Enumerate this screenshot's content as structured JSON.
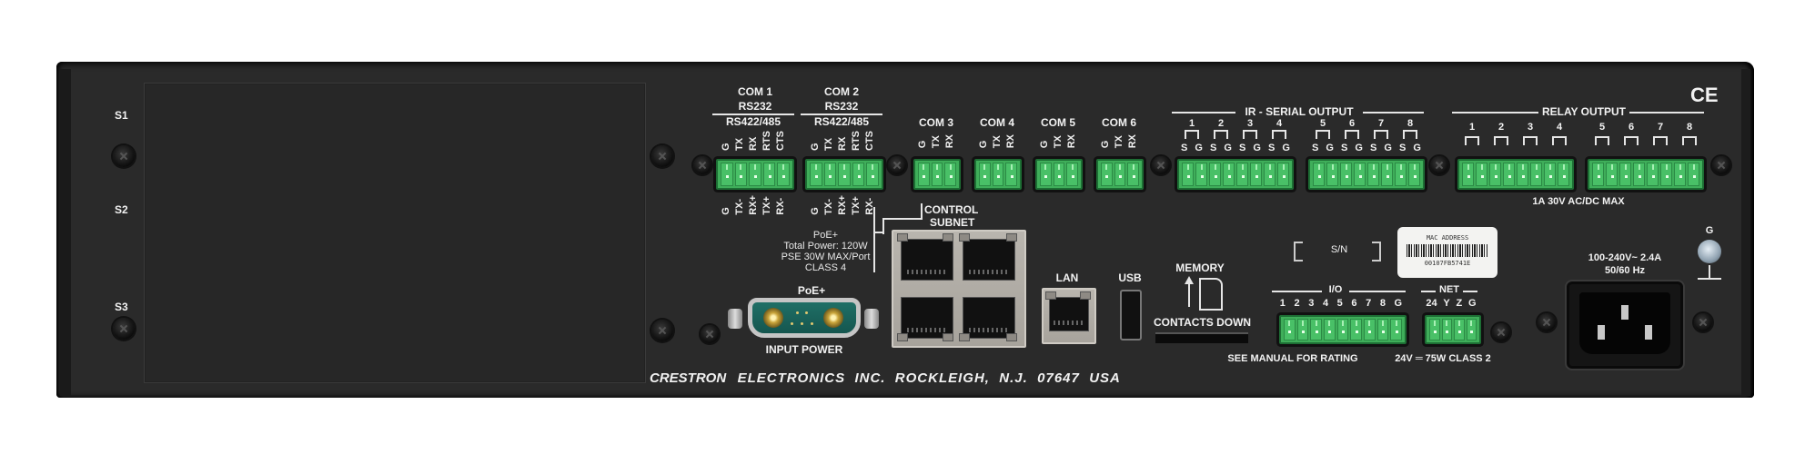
{
  "device": {
    "manufacturer_line": {
      "brand": "CRESTRON",
      "address": "ELECTRONICS  INC.  ROCKLEIGH,  N.J.  07647  USA"
    },
    "certification_mark": "CE",
    "slot_labels": [
      "S1",
      "S2",
      "S3"
    ]
  },
  "com_ports": [
    {
      "name": "COM 1",
      "standard1": "RS232",
      "standard2": "RS422/485",
      "top_pins": [
        "G",
        "TX",
        "RX",
        "RTS",
        "CTS"
      ],
      "bottom_pins": [
        "G",
        "TX-",
        "RX+",
        "TX+",
        "RX-"
      ]
    },
    {
      "name": "COM 2",
      "standard1": "RS232",
      "standard2": "RS422/485",
      "top_pins": [
        "G",
        "TX",
        "RX",
        "RTS",
        "CTS"
      ],
      "bottom_pins": [
        "G",
        "TX-",
        "RX+",
        "TX+",
        "RX-"
      ]
    },
    {
      "name": "COM 3",
      "top_pins": [
        "G",
        "TX",
        "RX"
      ]
    },
    {
      "name": "COM 4",
      "top_pins": [
        "G",
        "TX",
        "RX"
      ]
    },
    {
      "name": "COM 5",
      "top_pins": [
        "G",
        "TX",
        "RX"
      ]
    },
    {
      "name": "COM 6",
      "top_pins": [
        "G",
        "TX",
        "RX"
      ]
    }
  ],
  "ir_serial_output": {
    "title": "IR - SERIAL OUTPUT",
    "channels": [
      "1",
      "2",
      "3",
      "4",
      "5",
      "6",
      "7",
      "8"
    ],
    "pin_pair": [
      "S",
      "G"
    ]
  },
  "relay_output": {
    "title": "RELAY OUTPUT",
    "channels": [
      "1",
      "2",
      "3",
      "4",
      "5",
      "6",
      "7",
      "8"
    ],
    "rating": "1A 30V AC/DC MAX"
  },
  "control_subnet": {
    "title_line1": "CONTROL",
    "title_line2": "SUBNET",
    "poe_info": [
      "PoE+",
      "Total Power: 120W",
      "PSE 30W MAX/Port",
      "CLASS 4"
    ]
  },
  "input_power": {
    "top_label": "PoE+",
    "bottom_label": "INPUT POWER"
  },
  "lan": {
    "label": "LAN"
  },
  "usb": {
    "label": "USB"
  },
  "memory": {
    "label": "MEMORY",
    "slot_label": "CONTACTS DOWN"
  },
  "serial_number": {
    "label": "S/N"
  },
  "mac_label": {
    "title": "MAC ADDRESS",
    "value": "00107FB5741E"
  },
  "io": {
    "title": "I/O",
    "pins": [
      "1",
      "2",
      "3",
      "4",
      "5",
      "6",
      "7",
      "8",
      "G"
    ],
    "note": "SEE MANUAL FOR RATING"
  },
  "net": {
    "title": "NET",
    "pins": [
      "24",
      "Y",
      "Z",
      "G"
    ],
    "rating": "24V ═ 75W CLASS 2"
  },
  "ac_power": {
    "rating_line1": "100-240V~ 2.4A",
    "rating_line2": "50/60 Hz"
  },
  "ground": {
    "label": "G"
  },
  "colors": {
    "chassis": "#2a2a2a",
    "terminal_green": "#3fae5a",
    "label_white": "#f2f2f2",
    "db_connector_teal": "#1f6f66"
  }
}
